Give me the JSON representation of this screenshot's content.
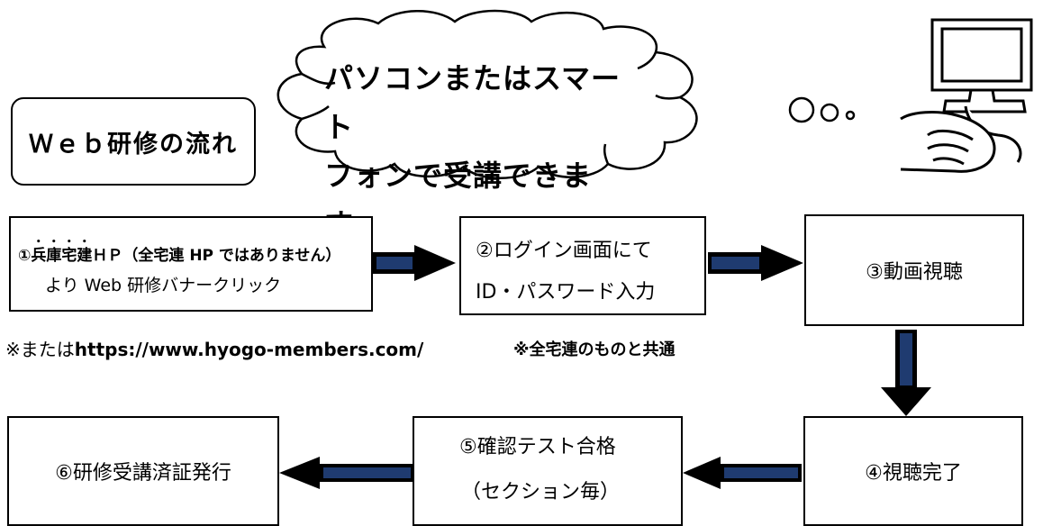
{
  "header": {
    "title": "Ｗｅｂ研修の流れ",
    "cloud_line1": "パソコンまたはスマート",
    "cloud_line2": "フォンで受講できます。"
  },
  "steps": {
    "s1": {
      "number": "①",
      "emphasis": "兵庫宅建",
      "rest": "ＨＰ（全宅連 HP ではありません）",
      "line2": "より Web 研修バナークリック"
    },
    "s2": {
      "line1": "②ログイン画面にて",
      "line2": "ID・パスワード入力"
    },
    "s3": {
      "label": "③動画視聴"
    },
    "s4": {
      "label": "④視聴完了"
    },
    "s5": {
      "line1": "⑤確認テスト合格",
      "line2": "（セクション毎）"
    },
    "s6": {
      "label": "⑥研修受講済証発行"
    }
  },
  "notes": {
    "url_prefix": "※または",
    "url": "https://www.hyogo-members.com/",
    "common": "※全宅連のものと共通"
  },
  "icons": [
    "cloud-icon",
    "thought-bubble-icon",
    "computer-monitor-icon",
    "hand-mouse-icon",
    "arrow-right-icon",
    "arrow-left-icon",
    "arrow-down-icon"
  ]
}
